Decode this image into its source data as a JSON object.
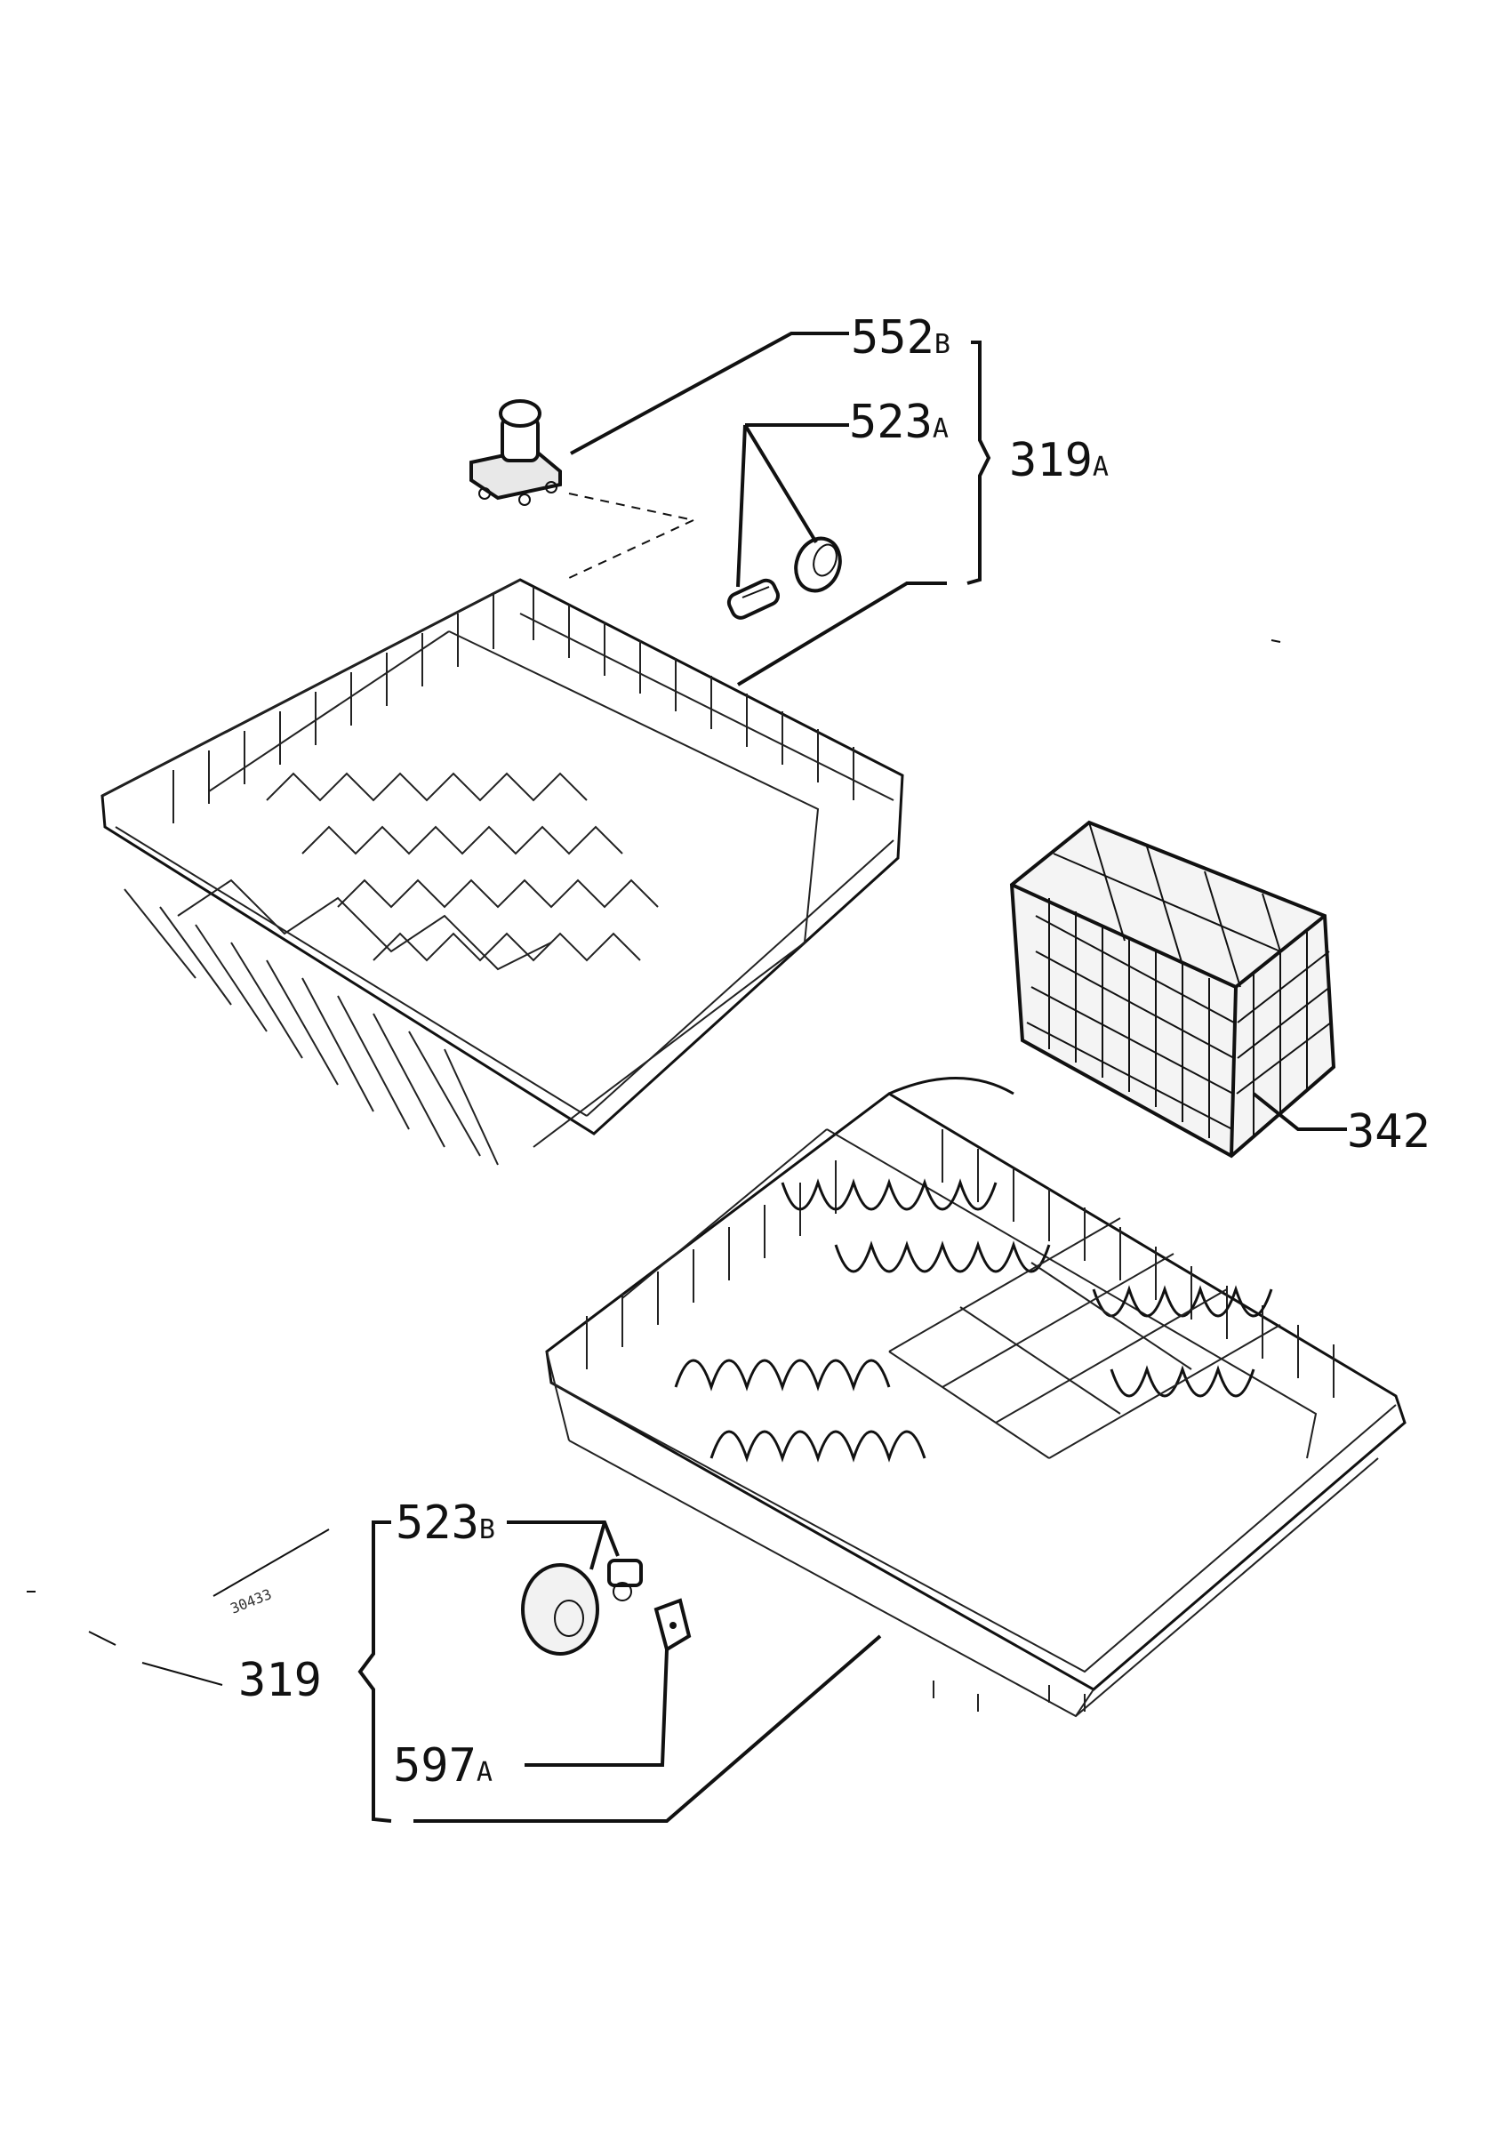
{
  "diagram": {
    "labels": {
      "part_552B_num": "552",
      "part_552B_suffix": "B",
      "part_523A_num": "523",
      "part_523A_suffix": "A",
      "part_319A_num": "319",
      "part_319A_suffix": "A",
      "part_342": "342",
      "part_523B_num": "523",
      "part_523B_suffix": "B",
      "part_319": "319",
      "part_597A_num": "597",
      "part_597A_suffix": "A",
      "margin_code": "30433"
    },
    "colors": {
      "ink": "#111111",
      "paper": "#ffffff"
    },
    "icons": [
      "wheel-icon",
      "spray-arm-hub-icon",
      "cutlery-basket-icon",
      "upper-rack-icon",
      "lower-rack-icon",
      "stopper-clip-icon"
    ]
  }
}
